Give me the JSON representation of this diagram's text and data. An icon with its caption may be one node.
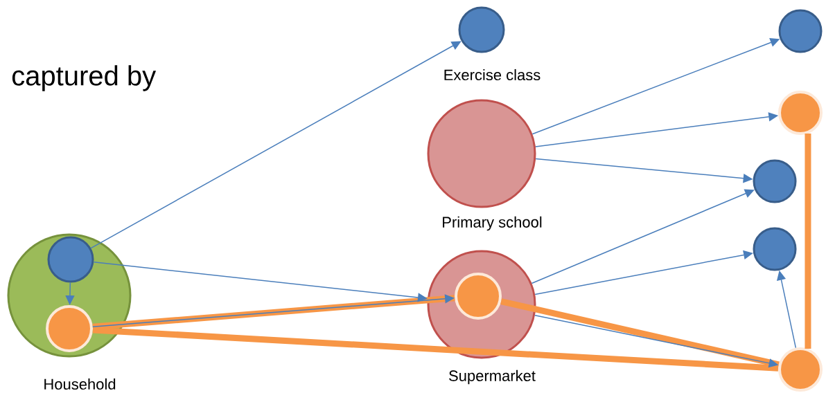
{
  "diagram": {
    "nodes": [
      {
        "text": [
          "Household"
        ]
      },
      {
        "text": [],
        "shape": "circle",
        "in": 0
      },
      {
        "text": [],
        "shape": "circle",
        "in": 0
      },
      {
        "text": [
          "Exercise class"
        ]
      },
      {
        "text": [
          "Primary school"
        ]
      },
      {
        "text": [
          "Supermarket"
        ]
      },
      {
        "text": [],
        "shape": "circle",
        "in": 5
      },
      {
        "text": [],
        "shape": "circle"
      },
      {
        "text": [],
        "shape": "circle"
      },
      {
        "text": [],
        "shape": "circle"
      },
      {
        "text": [],
        "shape": "circle"
      },
      {
        "text": [],
        "shape": "circle"
      }
    ],
    "edges": [
      {
        "from": 1,
        "to": 3,
        "arrow": "to"
      },
      {
        "from": 1,
        "to": 5,
        "arrow": "to"
      },
      {
        "from": 1,
        "to": 2,
        "arrow": "to"
      },
      {
        "from": 2,
        "to": 6,
        "arrow": "to"
      },
      {
        "from": 4,
        "to": 7,
        "arrow": "to"
      },
      {
        "from": 4,
        "to": 8,
        "arrow": "to"
      },
      {
        "from": 4,
        "to": 9,
        "arrow": "to"
      },
      {
        "from": 5,
        "to": 9,
        "arrow": "to"
      },
      {
        "from": 5,
        "to": 10,
        "arrow": "to"
      },
      {
        "from": 5,
        "to": 11,
        "arrow": "to"
      },
      {
        "from": 11,
        "to": 10,
        "arrow": "to"
      },
      {
        "from": 2,
        "to": 6,
        "arrow": "none",
        "style": "thick",
        "color": "#f79646"
      },
      {
        "from": 2,
        "to": 11,
        "arrow": "none",
        "style": "thick",
        "color": "#f79646"
      },
      {
        "from": 6,
        "to": 11,
        "arrow": "none",
        "style": "thick",
        "color": "#f79646"
      },
      {
        "from": 8,
        "to": 11,
        "arrow": "none",
        "style": "thick",
        "color": "#f79646"
      }
    ],
    "labels": [
      "captured by"
    ]
  }
}
